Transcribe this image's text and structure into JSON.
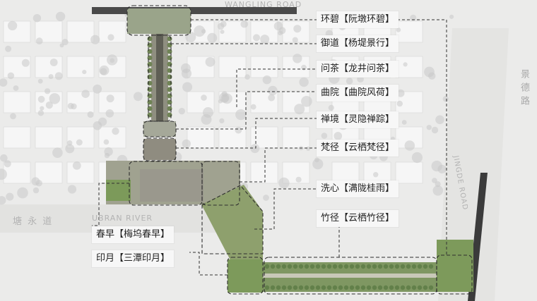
{
  "roads": {
    "north_road_en": "WANGLING ROAD",
    "river_en": "UBRAN RIVER",
    "river_cn": "塘 永 道",
    "east_road_cn": "景德路",
    "east_road_en": "JINGDE ROAD"
  },
  "labels": [
    {
      "id": "huanbi",
      "text": "环碧【阮墩环碧】"
    },
    {
      "id": "yudao",
      "text": "御道【杨堤景行】"
    },
    {
      "id": "wencha",
      "text": "问茶【龙井问茶】"
    },
    {
      "id": "quyuan",
      "text": "曲院【曲院风荷】"
    },
    {
      "id": "chanjing",
      "text": "禅境【灵隐禅踪】"
    },
    {
      "id": "fanjing",
      "text": "梵径【云栖梵径】"
    },
    {
      "id": "xixin",
      "text": "洗心【满陇桂雨】"
    },
    {
      "id": "zhujing",
      "text": "竹径【云栖竹径】"
    },
    {
      "id": "chunzao",
      "text": "春早【梅坞春早】"
    },
    {
      "id": "yinyue",
      "text": "印月【三潭印月】"
    }
  ],
  "colors": {
    "background": "#ebebea",
    "building": "#f6f6f6",
    "tree": "#c9c9c9",
    "landscape_green": "#7d9a5b",
    "callout_line": "#333333"
  }
}
